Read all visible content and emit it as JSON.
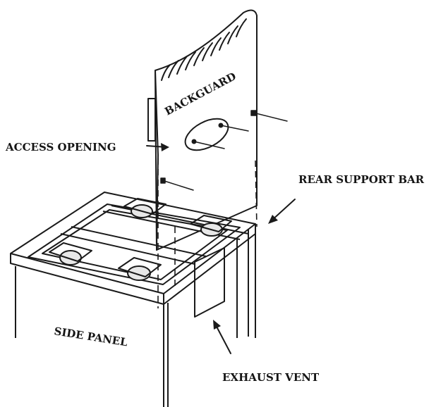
{
  "labels": {
    "backguard": "BACKGUARD",
    "access_opening": "ACCESS OPENING",
    "rear_support_bar": "REAR SUPPORT BAR",
    "side_panel": "SIDE PANEL",
    "exhaust_vent": "EXHAUST VENT"
  }
}
